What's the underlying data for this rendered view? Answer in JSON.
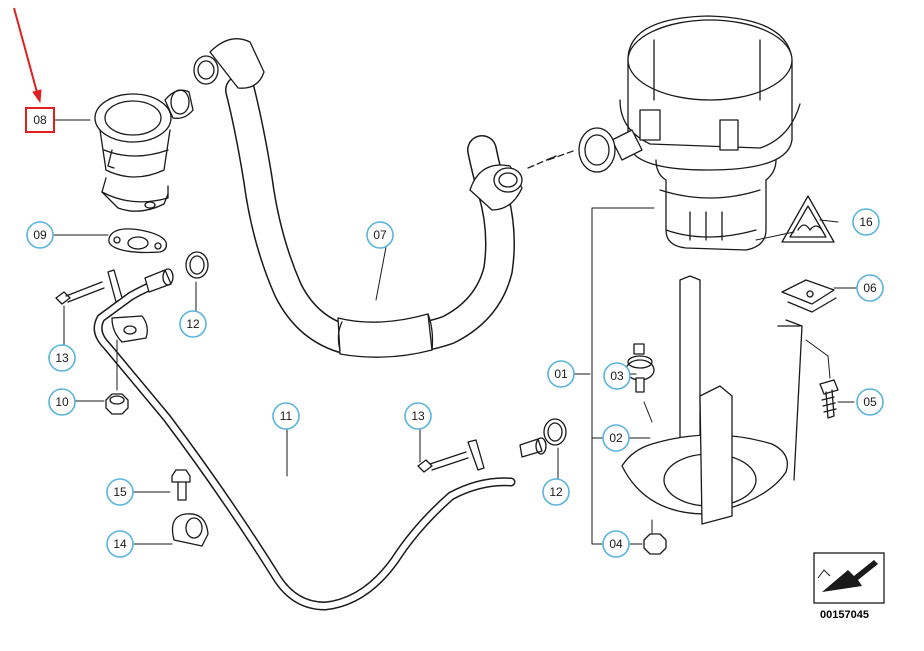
{
  "diagram": {
    "reference_number": "00157045",
    "callouts": [
      {
        "id": "c08",
        "label": "08",
        "highlighted": true
      },
      {
        "id": "c09",
        "label": "09"
      },
      {
        "id": "c07",
        "label": "07"
      },
      {
        "id": "c16",
        "label": "16"
      },
      {
        "id": "c06",
        "label": "06"
      },
      {
        "id": "c12a",
        "label": "12"
      },
      {
        "id": "c13a",
        "label": "13"
      },
      {
        "id": "c10",
        "label": "10"
      },
      {
        "id": "c01",
        "label": "01"
      },
      {
        "id": "c03",
        "label": "03"
      },
      {
        "id": "c05",
        "label": "05"
      },
      {
        "id": "c11",
        "label": "11"
      },
      {
        "id": "c13b",
        "label": "13"
      },
      {
        "id": "c02",
        "label": "02"
      },
      {
        "id": "c15",
        "label": "15"
      },
      {
        "id": "c12b",
        "label": "12"
      },
      {
        "id": "c14",
        "label": "14"
      },
      {
        "id": "c04",
        "label": "04"
      }
    ]
  },
  "colors": {
    "callout_ring": "#5ab4dc",
    "highlight": "#e02020",
    "line": "#1a1a1a"
  }
}
